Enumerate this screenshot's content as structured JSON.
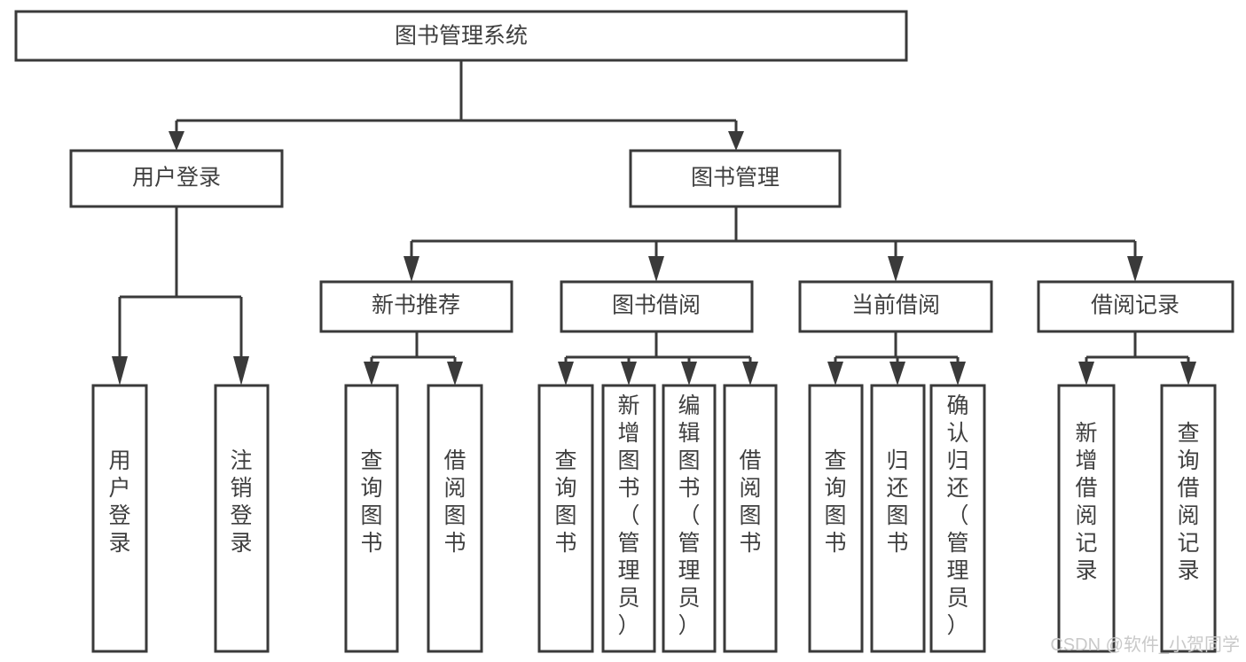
{
  "diagram": {
    "type": "tree-hierarchy",
    "title": "图书管理系统",
    "orientation": "top-down",
    "colors": {
      "box_stroke": "#3a3a3a",
      "box_fill": "#ffffff",
      "text": "#3f3f3f",
      "connector": "#3a3a3a",
      "background": "#ffffff",
      "watermark": "#c9c9c9"
    },
    "root": {
      "label": "图书管理系统"
    },
    "level2": [
      {
        "id": "user-login",
        "label": "用户登录"
      },
      {
        "id": "book-management",
        "label": "图书管理"
      }
    ],
    "level3": [
      {
        "id": "new-book-recommend",
        "label": "新书推荐"
      },
      {
        "id": "book-borrow",
        "label": "图书借阅"
      },
      {
        "id": "current-borrow",
        "label": "当前借阅"
      },
      {
        "id": "borrow-record",
        "label": "借阅记录"
      }
    ],
    "leaves": {
      "user-login": [
        {
          "id": "leaf-user-login",
          "label": "用户登录"
        },
        {
          "id": "leaf-logout-login",
          "label": "注销登录"
        }
      ],
      "new-book-recommend": [
        {
          "id": "leaf-query-book-1",
          "label": "查询图书"
        },
        {
          "id": "leaf-borrow-book-1",
          "label": "借阅图书"
        }
      ],
      "book-borrow": [
        {
          "id": "leaf-query-book-2",
          "label": "查询图书"
        },
        {
          "id": "leaf-add-book",
          "label": "新增图书（管理员）"
        },
        {
          "id": "leaf-edit-book",
          "label": "编辑图书（管理员）"
        },
        {
          "id": "leaf-borrow-book-2",
          "label": "借阅图书"
        }
      ],
      "current-borrow": [
        {
          "id": "leaf-query-book-3",
          "label": "查询图书"
        },
        {
          "id": "leaf-return-book",
          "label": "归还图书"
        },
        {
          "id": "leaf-confirm-return",
          "label": "确认归还（管理员）"
        }
      ],
      "borrow-record": [
        {
          "id": "leaf-add-record",
          "label": "新增借阅记录"
        },
        {
          "id": "leaf-query-record",
          "label": "查询借阅记录"
        }
      ]
    }
  },
  "watermark": {
    "text": "CSDN @软件_小贺同学"
  }
}
